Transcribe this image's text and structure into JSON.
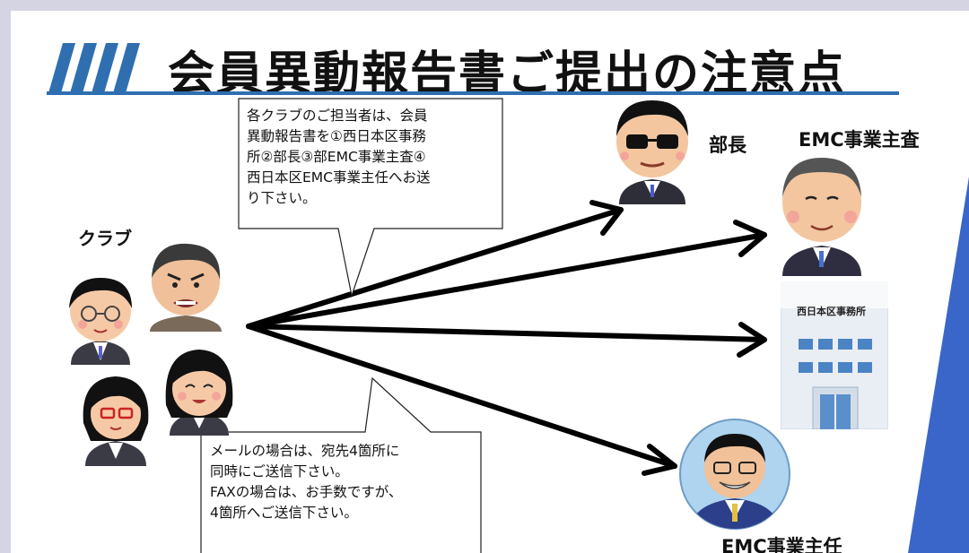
{
  "title": "会員異動報告書ご提出の注意点",
  "club_label": "クラブ",
  "bucho_label": "部長",
  "emc_shusa_label": "EMC事業主査",
  "emc_shunin_label": "EMC事業主任",
  "office_sign": "西日本区事務所",
  "callout_top_lines": [
    "各クラブのご担当者は、会員",
    "異動報告書を①西日本区事務",
    "所②部長③部EMC事業主査④",
    "西日本区EMC事業主任へお送",
    "り下さい。"
  ],
  "callout_bottom_lines": [
    "メールの場合は、宛先4箇所に",
    "同時にご送信下さい。",
    "FAXの場合は、お手数ですが、",
    "4箇所へご送信下さい。"
  ],
  "colors": {
    "accent_blue": "#2f6fb0",
    "band_blue": "#3a66c9",
    "arrow": "#000000"
  }
}
